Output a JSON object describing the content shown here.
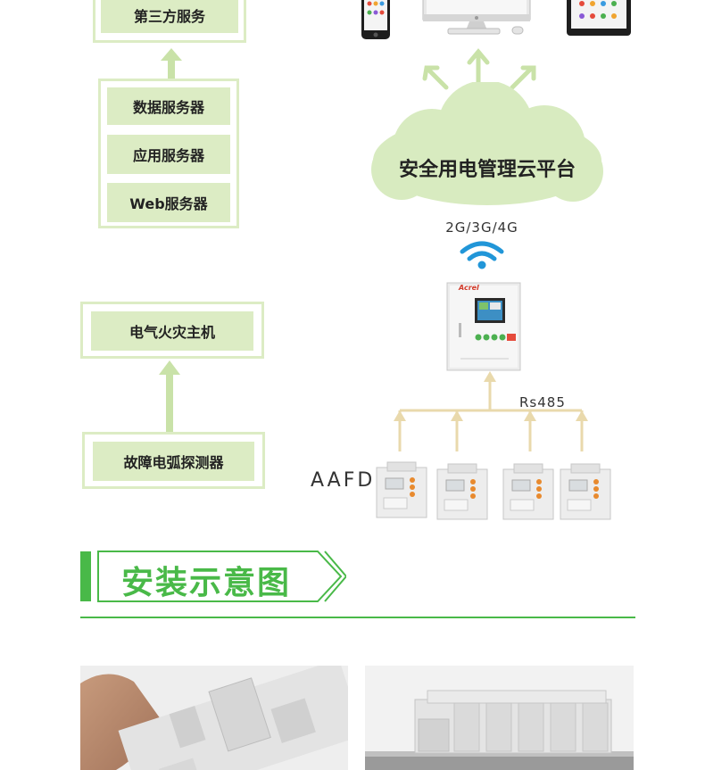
{
  "left_column": {
    "third_party_service": "第三方服务",
    "server_stack": [
      "数据服务器",
      "应用服务器",
      "Web服务器"
    ],
    "fire_host": "电气火灾主机",
    "arc_detector": "故障电弧探测器"
  },
  "right_column": {
    "cloud_platform": "安全用电管理云平台",
    "network_label": "2G/3G/4G",
    "bus_label": "Rs485",
    "device_label": "AAFD",
    "panel_brand": "Acrel",
    "device_count": 4
  },
  "section": {
    "title": "安装示意图"
  },
  "colors": {
    "box_green": "#dcecc4",
    "arrow_green": "#c9e2a8",
    "cloud_green": "#d8ebc0",
    "wire_tan": "#e9d9ac",
    "accent_green": "#49b948",
    "wifi_blue": "#2196d8"
  },
  "icons": [
    "phone-icon",
    "monitor-icon",
    "tablet-icon",
    "wifi-icon",
    "arrow-up-icon"
  ]
}
